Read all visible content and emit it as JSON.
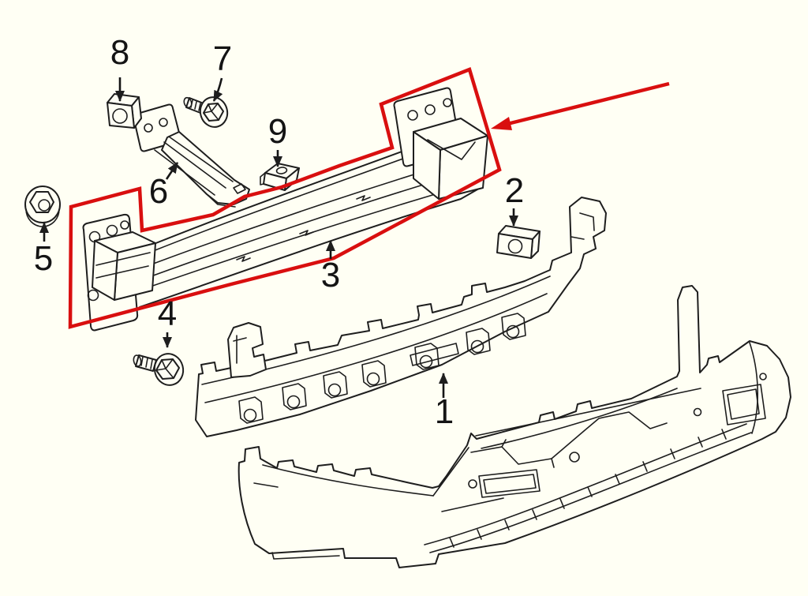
{
  "colors": {
    "background": "#fffff4",
    "line": "#1e1e1e",
    "label": "#141414",
    "highlight": "#d90f0f"
  },
  "callouts": [
    {
      "label": "1"
    },
    {
      "label": "2"
    },
    {
      "label": "3"
    },
    {
      "label": "4"
    },
    {
      "label": "5"
    },
    {
      "label": "6"
    },
    {
      "label": "7"
    },
    {
      "label": "8"
    },
    {
      "label": "9"
    }
  ]
}
